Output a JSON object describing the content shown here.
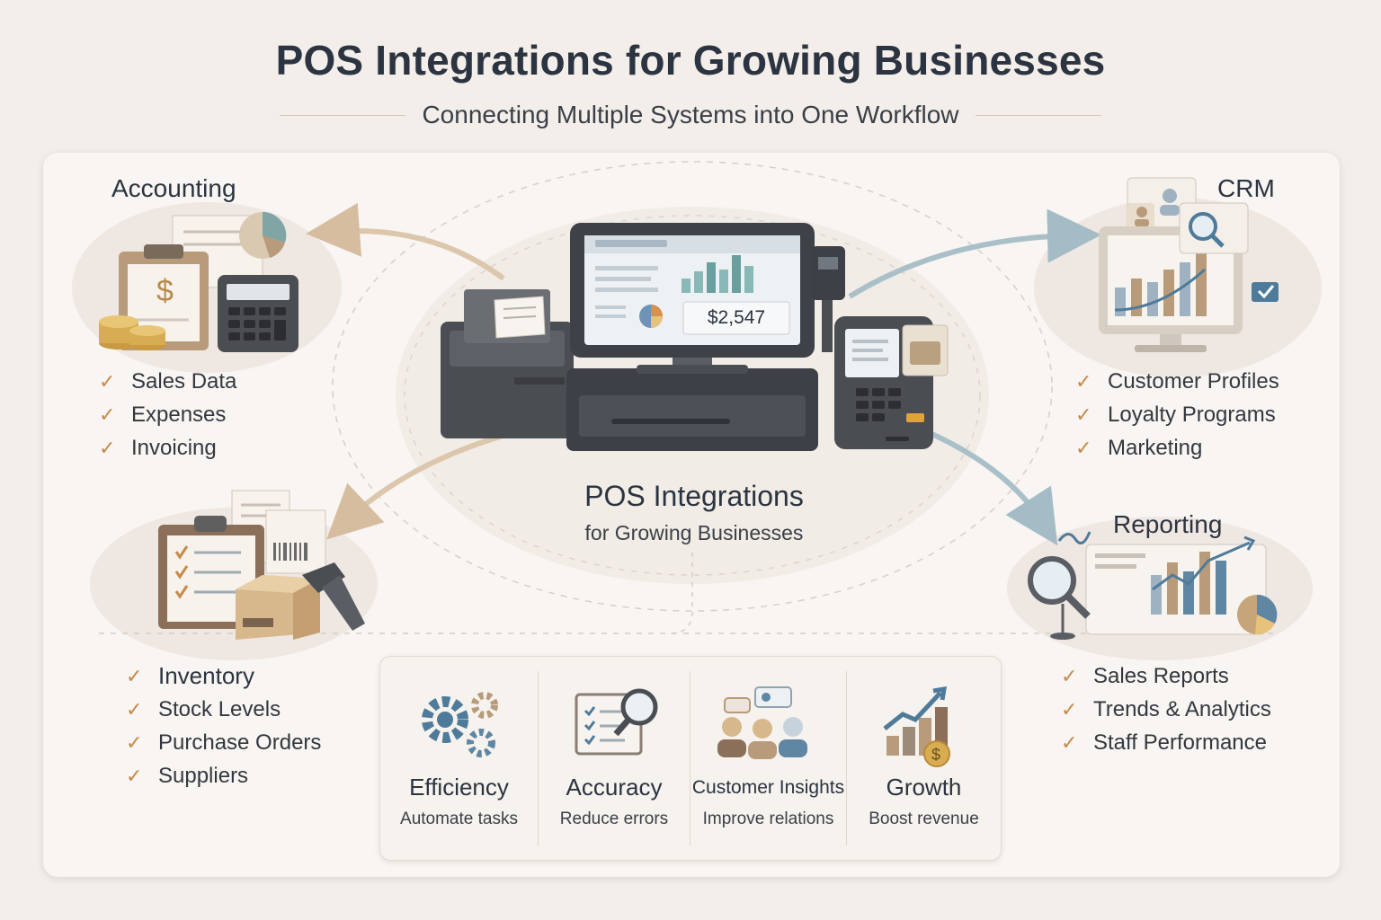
{
  "header": {
    "title": "POS Integrations for Growing Businesses",
    "subtitle": "Connecting Multiple Systems into One Workflow"
  },
  "center": {
    "title": "POS Integrations",
    "subtitle": "for Growing Businesses",
    "screen_amount": "$2,547"
  },
  "sections": {
    "accounting": {
      "title": "Accounting",
      "items": [
        "Sales Data",
        "Expenses",
        "Invoicing"
      ]
    },
    "crm": {
      "title": "CRM",
      "items": [
        "Customer Profiles",
        "Loyalty Programs",
        "Marketing"
      ]
    },
    "inventory": {
      "title": "",
      "items": [
        "Inventory",
        "Stock Levels",
        "Purchase Orders",
        "Suppliers"
      ]
    },
    "reporting": {
      "title": "Reporting",
      "items": [
        "Sales Reports",
        "Trends & Analytics",
        "Staff Performance"
      ]
    }
  },
  "benefits": [
    {
      "title": "Efficiency",
      "desc": "Automate tasks",
      "icon": "gears-icon"
    },
    {
      "title": "Accuracy",
      "desc": "Reduce errors",
      "icon": "checklist-magnifier-icon"
    },
    {
      "title": "Customer Insights",
      "desc": "Improve relations",
      "icon": "customers-icon"
    },
    {
      "title": "Growth",
      "desc": "Boost revenue",
      "icon": "growth-chart-icon"
    }
  ],
  "colors": {
    "check": "#c78a4a",
    "arrow_left": "#d9c3a8",
    "arrow_right": "#a9c0c8",
    "accent_teal": "#7fb0b4",
    "accent_blue": "#5f86a3",
    "accent_tan": "#b89b7a"
  }
}
